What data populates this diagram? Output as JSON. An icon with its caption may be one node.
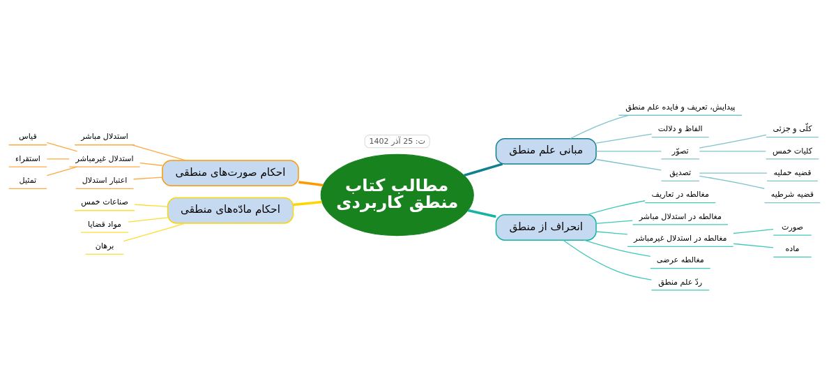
{
  "diagram": {
    "nodes": [
      {
        "text": [
          "مطالب کتاب منطق کاربردی"
        ]
      },
      {
        "text": [
          "ت: 25 آذر 1402"
        ]
      },
      {
        "text": [
          "مبانی علم منطق"
        ]
      },
      {
        "text": [
          "پیدایش، تعریف و فایده علم منطق"
        ]
      },
      {
        "text": [
          "الفاظ و دلالت"
        ]
      },
      {
        "text": [
          "تصوّر"
        ]
      },
      {
        "text": [
          "کلّی و جزئی"
        ]
      },
      {
        "text": [
          "کلیات خمس"
        ]
      },
      {
        "text": [
          "تصدیق"
        ]
      },
      {
        "text": [
          "قضیه حملیه"
        ]
      },
      {
        "text": [
          "قضیه شرطیه"
        ]
      },
      {
        "text": [
          "انحراف از منطق"
        ]
      },
      {
        "text": [
          "مغالطه در تعاریف"
        ]
      },
      {
        "text": [
          "مغالطه در استدلال مباشر"
        ]
      },
      {
        "text": [
          "مغالطه در استدلال غیرمباشر"
        ]
      },
      {
        "text": [
          "صورت"
        ]
      },
      {
        "text": [
          "ماده"
        ]
      },
      {
        "text": [
          "مغالطه عرضی"
        ]
      },
      {
        "text": [
          "ردّ علم منطق"
        ]
      },
      {
        "text": [
          "احکام صورت‌های منطقی"
        ]
      },
      {
        "text": [
          "استدلال مباشر"
        ]
      },
      {
        "text": [
          "استدلال غیرمباشر"
        ]
      },
      {
        "text": [
          "قیاس"
        ]
      },
      {
        "text": [
          "استقراء"
        ]
      },
      {
        "text": [
          "تمثیل"
        ]
      },
      {
        "text": [
          "اعتبار استدلال"
        ]
      },
      {
        "text": [
          "احکام مادّه‌های منطقی"
        ]
      },
      {
        "text": [
          "صناعات خمس"
        ]
      },
      {
        "text": [
          "مواد قضایا"
        ]
      },
      {
        "text": [
          "برهان"
        ]
      }
    ],
    "edges": [
      {
        "from": 0,
        "to": 2,
        "arrow": "none",
        "style": "thick",
        "color": "#127f8f"
      },
      {
        "from": 0,
        "to": 11,
        "arrow": "none",
        "style": "thick",
        "color": "#17b3a3"
      },
      {
        "from": 19,
        "to": 0,
        "arrow": "none",
        "style": "thick",
        "color": "#ff9900"
      },
      {
        "from": 26,
        "to": 0,
        "arrow": "none",
        "style": "thick",
        "color": "#ffd500"
      },
      {
        "from": 2,
        "to": 3,
        "arrow": "none",
        "color": "#7ec3cc"
      },
      {
        "from": 2,
        "to": 4,
        "arrow": "none",
        "color": "#7ec3cc"
      },
      {
        "from": 2,
        "to": 5,
        "arrow": "none",
        "color": "#7ec3cc"
      },
      {
        "from": 5,
        "to": 6,
        "arrow": "none",
        "color": "#7ec3cc"
      },
      {
        "from": 5,
        "to": 7,
        "arrow": "none",
        "color": "#7ec3cc"
      },
      {
        "from": 2,
        "to": 8,
        "arrow": "none",
        "color": "#7ec3cc"
      },
      {
        "from": 8,
        "to": 9,
        "arrow": "none",
        "color": "#7ec3cc"
      },
      {
        "from": 8,
        "to": 10,
        "arrow": "none",
        "color": "#7ec3cc"
      },
      {
        "from": 11,
        "to": 12,
        "arrow": "none",
        "color": "#3fc9b8"
      },
      {
        "from": 11,
        "to": 13,
        "arrow": "none",
        "color": "#3fc9b8"
      },
      {
        "from": 11,
        "to": 14,
        "arrow": "none",
        "color": "#3fc9b8"
      },
      {
        "from": 14,
        "to": 15,
        "arrow": "none",
        "color": "#3fc9b8"
      },
      {
        "from": 14,
        "to": 16,
        "arrow": "none",
        "color": "#3fc9b8"
      },
      {
        "from": 11,
        "to": 17,
        "arrow": "none",
        "color": "#3fc9b8"
      },
      {
        "from": 11,
        "to": 18,
        "arrow": "none",
        "color": "#3fc9b8"
      },
      {
        "from": 20,
        "to": 19,
        "arrow": "none",
        "color": "#ffa940"
      },
      {
        "from": 21,
        "to": 19,
        "arrow": "none",
        "color": "#ffa940"
      },
      {
        "from": 22,
        "to": 21,
        "arrow": "none",
        "color": "#ffa940"
      },
      {
        "from": 23,
        "to": 21,
        "arrow": "none",
        "color": "#ffa940"
      },
      {
        "from": 24,
        "to": 21,
        "arrow": "none",
        "color": "#ffa940"
      },
      {
        "from": 25,
        "to": 19,
        "arrow": "none",
        "color": "#ffa940"
      },
      {
        "from": 27,
        "to": 26,
        "arrow": "none",
        "color": "#ffdc33"
      },
      {
        "from": 28,
        "to": 26,
        "arrow": "none",
        "color": "#ffdc33"
      },
      {
        "from": 29,
        "to": 26,
        "arrow": "none",
        "color": "#ffdc33"
      }
    ]
  }
}
